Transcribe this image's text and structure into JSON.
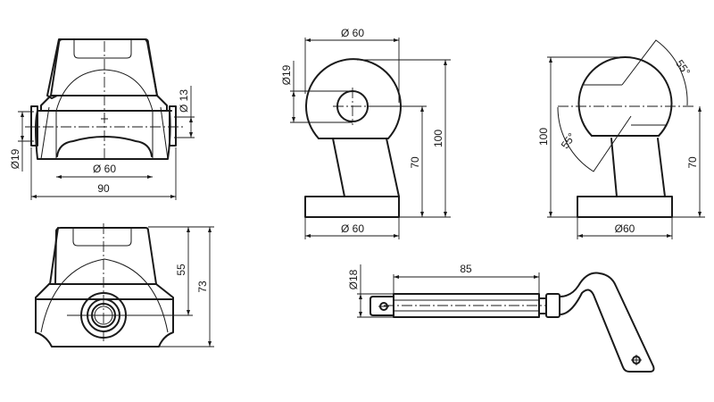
{
  "drawing": {
    "views": {
      "front_view": {
        "dimensions": {
          "overall_width": "90",
          "arc_diameter": "Ø 60",
          "left_boss": "Ø19",
          "right_boss": "Ø 13"
        }
      },
      "top_view": {
        "dimensions": {
          "to_center": "55",
          "overall": "73"
        }
      },
      "side_view": {
        "dimensions": {
          "head_diameter": "Ø 60",
          "hole_diameter": "Ø19",
          "axis_height": "70",
          "overall_height": "100",
          "base_diameter": "Ø 60"
        }
      },
      "angled_view": {
        "dimensions": {
          "angle_upper": "55°",
          "angle_lower": "55°",
          "overall_height": "100",
          "axis_height": "70",
          "base_diameter": "Ø60"
        }
      },
      "handle_view": {
        "dimensions": {
          "shaft_length": "85",
          "shaft_diameter": "Ø18"
        }
      }
    }
  }
}
